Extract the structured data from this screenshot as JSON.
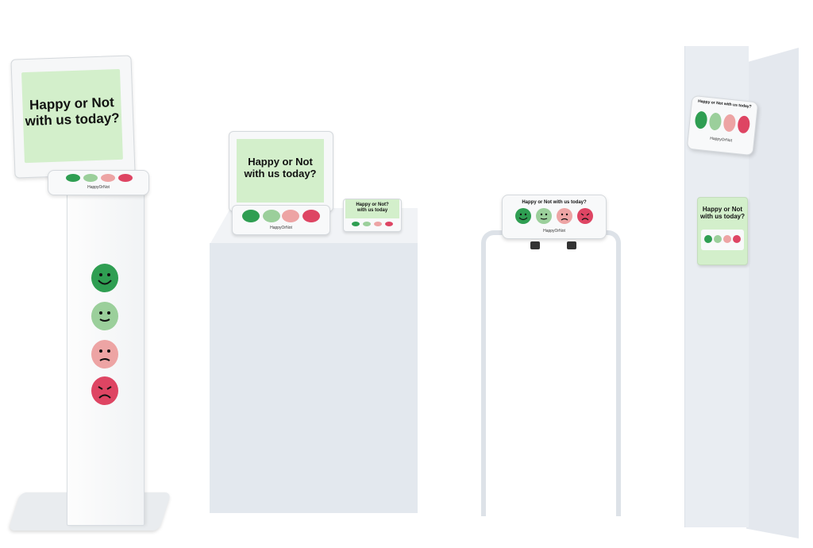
{
  "kiosk_stand": {
    "screen_text": "Happy or Not\nwith us today?",
    "brand": "HappyOrNot"
  },
  "counter_display": {
    "screen_text": "Happy or Not\nwith us today?",
    "brand": "HappyOrNot",
    "card_text": "Happy or Not?\nwith us today"
  },
  "floor_stand": {
    "title": "Happy or Not with us today?",
    "brand": "HappyOrNot"
  },
  "wall_pillar": {
    "device_title": "Happy or Not with us today?",
    "device_brand": "HappyOrNot",
    "panel_text": "Happy or Not\nwith us today?"
  },
  "colors": {
    "very_happy": "#2f9e52",
    "happy": "#9bcf9b",
    "unhappy": "#eda4a4",
    "very_unhappy": "#de4563",
    "screen_green": "#d3efcb"
  }
}
